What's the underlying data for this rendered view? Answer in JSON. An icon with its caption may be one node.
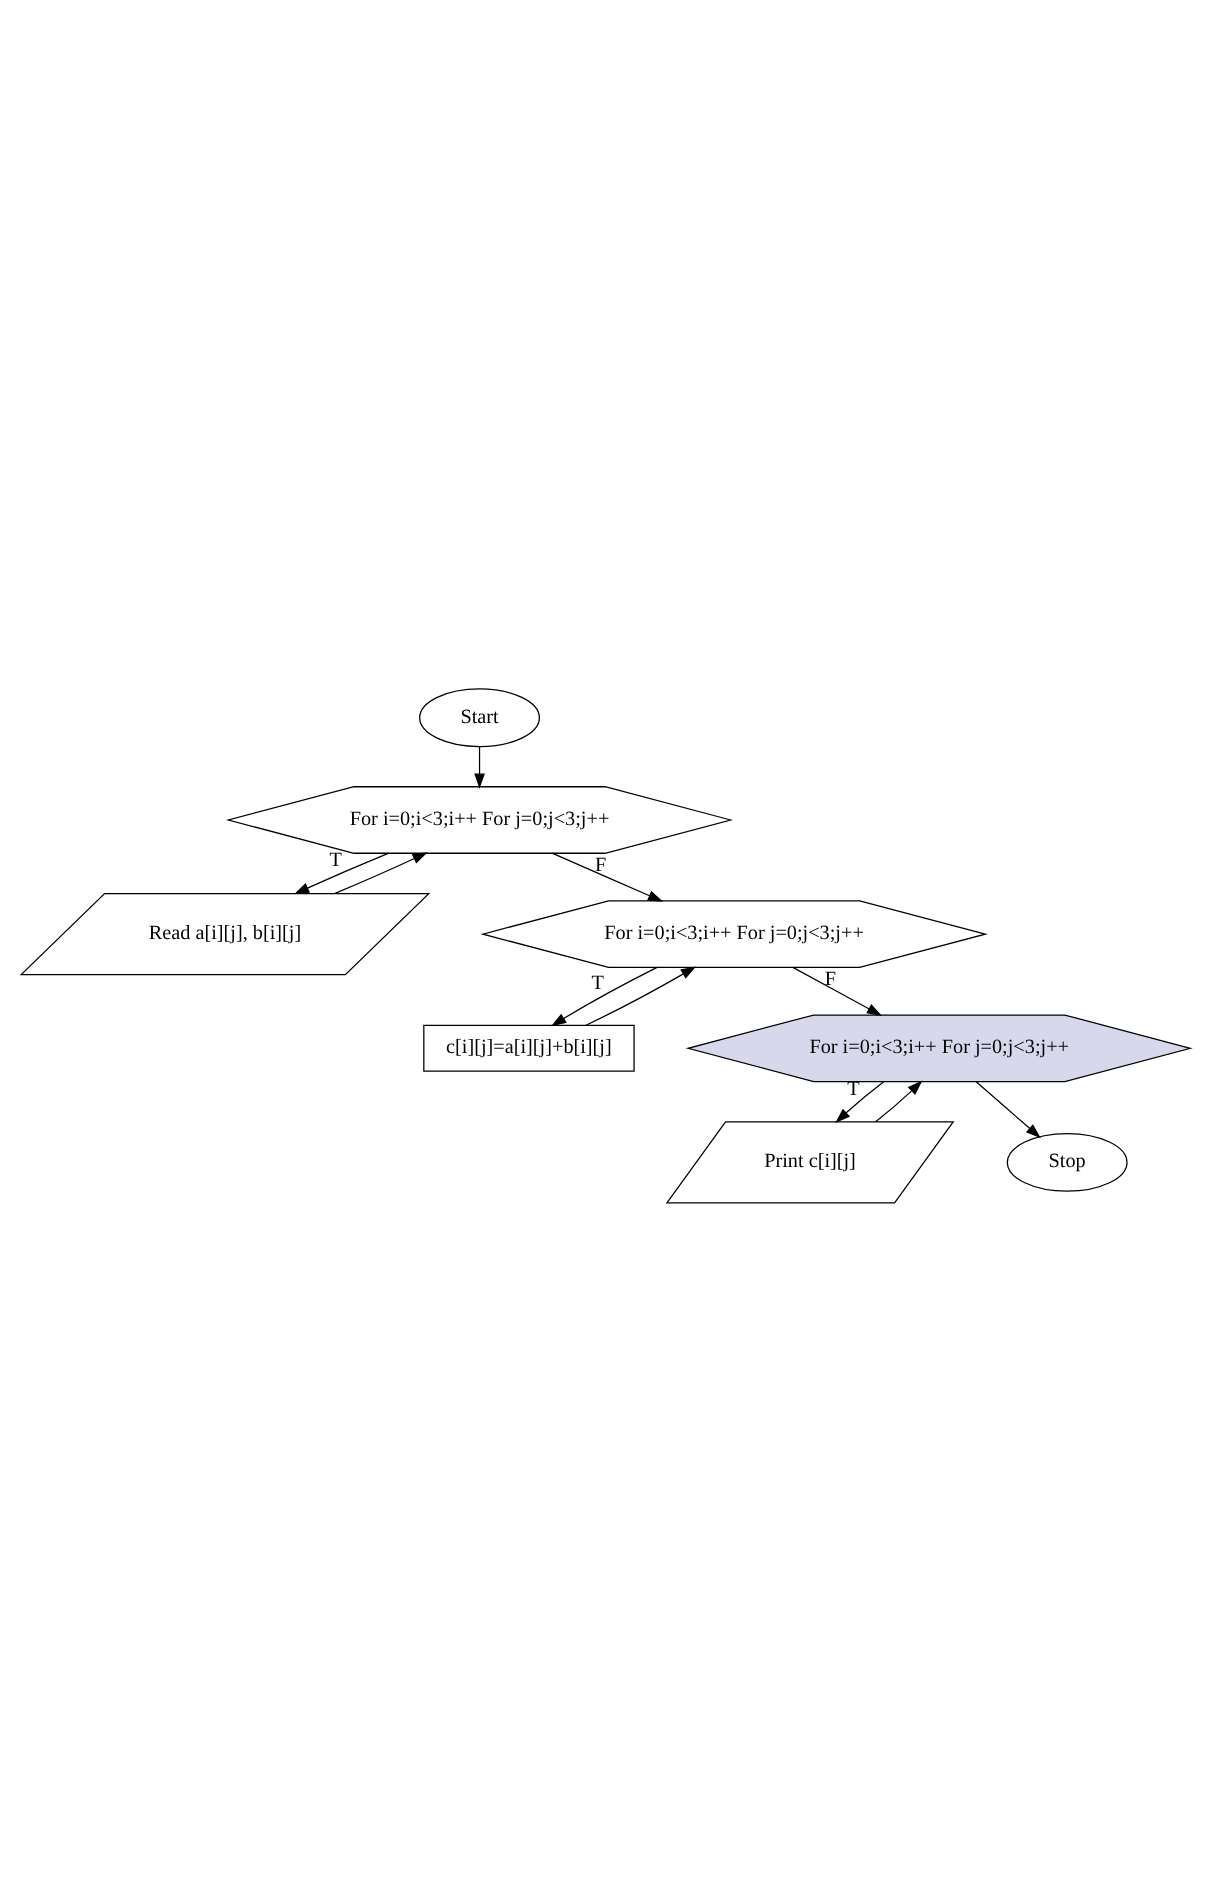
{
  "diagram": {
    "nodes": [
      {
        "text": [
          "Start"
        ]
      },
      {
        "text": [
          "For i=0;i<3;i++ For j=0;j<3;j++"
        ]
      },
      {
        "text": [
          "Read a[i][j], b[i][j]"
        ]
      },
      {
        "text": [
          "For i=0;i<3;i++ For j=0;j<3;j++"
        ]
      },
      {
        "text": [
          "c[i][j]=a[i][j]+b[i][j]"
        ]
      },
      {
        "text": [
          "For i=0;i<3;i++ For j=0;j<3;j++"
        ]
      },
      {
        "text": [
          "Print c[i][j]"
        ]
      },
      {
        "text": [
          "Stop"
        ]
      }
    ],
    "edges": [
      {
        "from": 0,
        "to": 1,
        "arrow": "to"
      },
      {
        "from": 1,
        "to": 2,
        "arrow": "to",
        "label": "T"
      },
      {
        "from": 2,
        "to": 1,
        "arrow": "to"
      },
      {
        "from": 1,
        "to": 3,
        "arrow": "to",
        "label": "F"
      },
      {
        "from": 3,
        "to": 4,
        "arrow": "to",
        "label": "T"
      },
      {
        "from": 4,
        "to": 3,
        "arrow": "to"
      },
      {
        "from": 3,
        "to": 5,
        "arrow": "to",
        "label": "F"
      },
      {
        "from": 5,
        "to": 6,
        "arrow": "to",
        "label": "T"
      },
      {
        "from": 6,
        "to": 5,
        "arrow": "to"
      },
      {
        "from": 5,
        "to": 7,
        "arrow": "to"
      }
    ]
  }
}
